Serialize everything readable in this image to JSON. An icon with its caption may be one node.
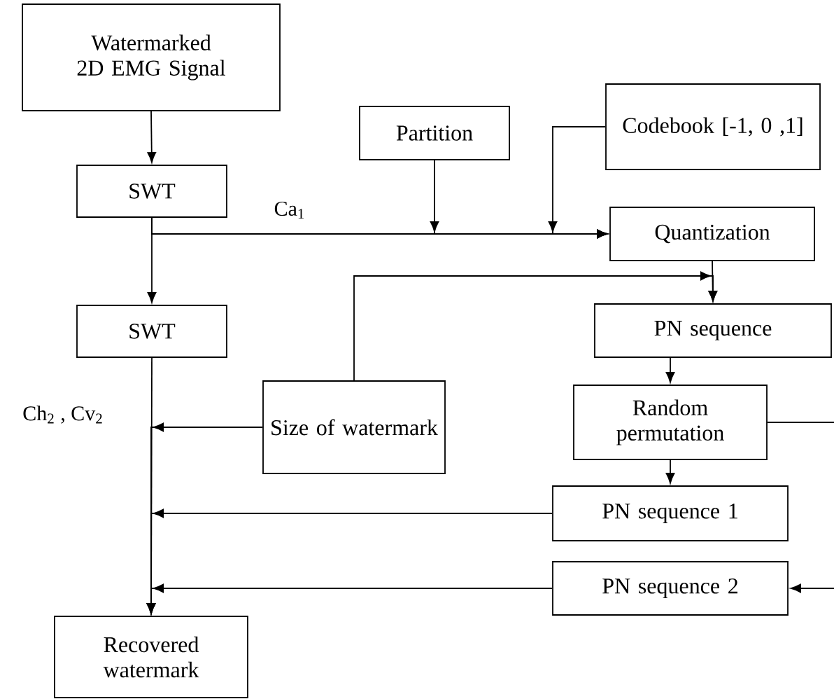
{
  "diagram": {
    "nodes": [
      {
        "text": [
          "Watermarked 2D EMG Signal"
        ]
      },
      {
        "text": [
          "SWT"
        ]
      },
      {
        "text": [
          "Partition"
        ]
      },
      {
        "text": [
          "Codebook [-1, 0 ,1]"
        ]
      },
      {
        "text": [
          "Quantization"
        ]
      },
      {
        "text": [
          "SWT"
        ]
      },
      {
        "text": [
          "PN sequence"
        ]
      },
      {
        "text": [
          "Size of watermark"
        ]
      },
      {
        "text": [
          "Random permutation"
        ]
      },
      {
        "text": [
          "PN sequence 1"
        ]
      },
      {
        "text": [
          "PN sequence 2"
        ]
      },
      {
        "text": [
          "Recovered watermark"
        ]
      }
    ],
    "edges": [
      {
        "from": 0,
        "to": 1,
        "arrow": "to"
      },
      {
        "from": 1,
        "to": 5,
        "arrow": "to"
      },
      {
        "from": 1,
        "to": 4,
        "arrow": "to",
        "label": "Ca$_{1}$"
      },
      {
        "from": 2,
        "to": 4,
        "arrow": "to"
      },
      {
        "from": 3,
        "to": 4,
        "arrow": "to"
      },
      {
        "from": 4,
        "to": 6,
        "arrow": "to"
      },
      {
        "from": 7,
        "to": 6,
        "arrow": "to"
      },
      {
        "from": 5,
        "to": 11,
        "arrow": "to",
        "label": "Ch$_{2}$ , Cv$_{2}$"
      },
      {
        "from": 7,
        "to": 11,
        "arrow": "to"
      },
      {
        "from": 6,
        "to": 8,
        "arrow": "to"
      },
      {
        "from": 8,
        "to": 9,
        "arrow": "to"
      },
      {
        "from": 9,
        "to": 11,
        "arrow": "to"
      },
      {
        "from": 10,
        "to": 11,
        "arrow": "to"
      },
      {
        "from": 8,
        "to": null,
        "arrow": "none"
      },
      {
        "from": null,
        "to": 10,
        "arrow": "to"
      }
    ]
  }
}
